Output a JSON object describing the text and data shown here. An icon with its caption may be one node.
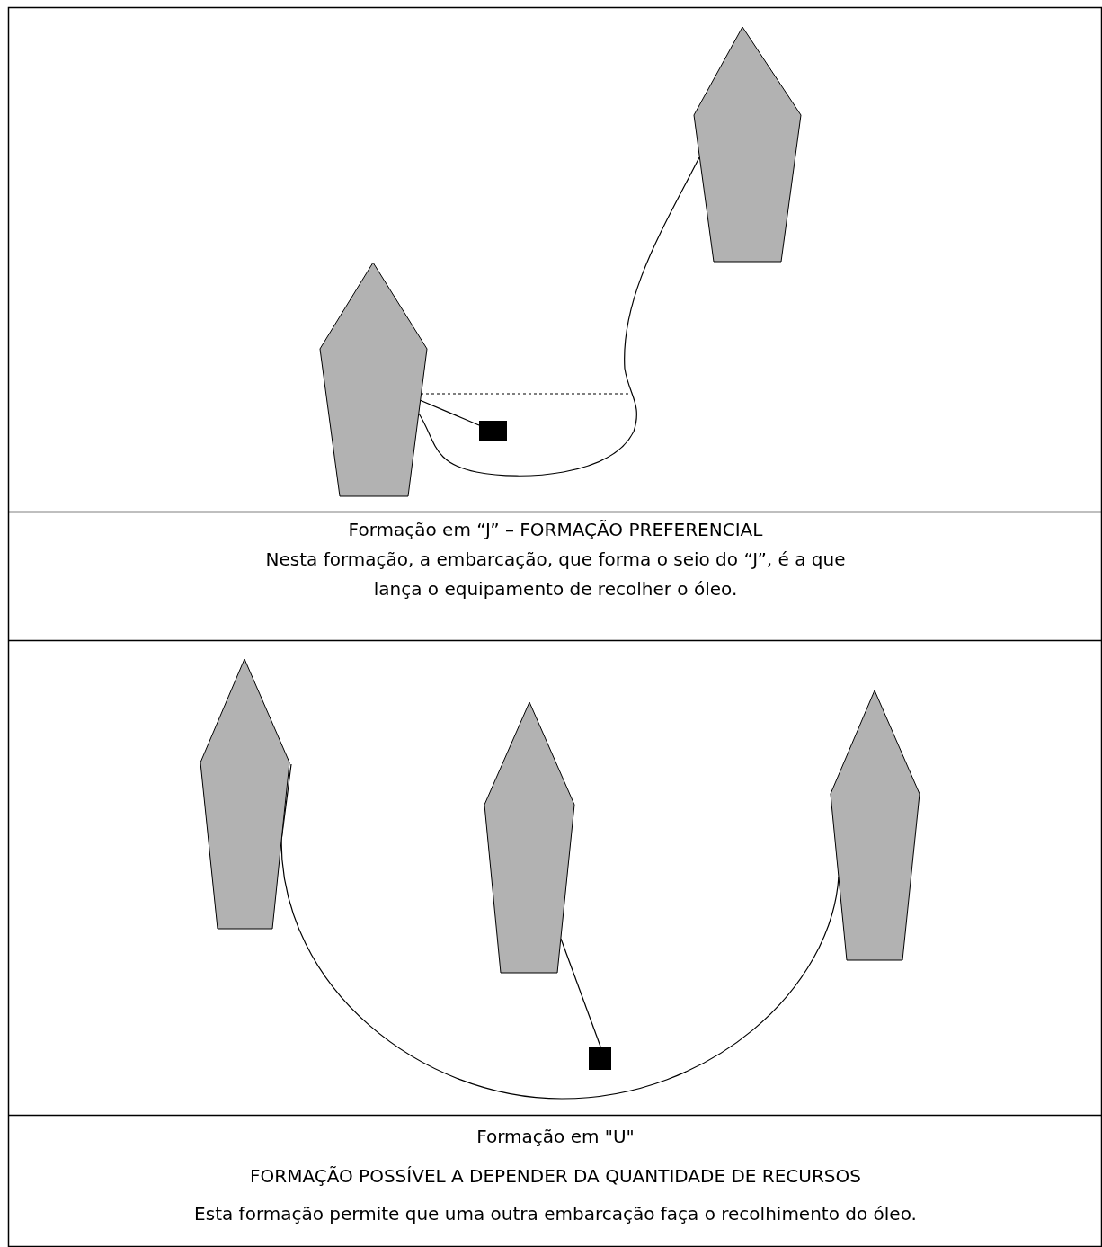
{
  "diagram": {
    "nodes": [
      {
        "text": [],
        "shape": "boat"
      },
      {
        "text": [],
        "shape": "boat"
      },
      {
        "text": [],
        "shape": "box"
      },
      {
        "text": [],
        "shape": "boat"
      },
      {
        "text": [],
        "shape": "boat"
      },
      {
        "text": [],
        "shape": "boat"
      },
      {
        "text": [],
        "shape": "box"
      }
    ],
    "edges": [
      {
        "from": 0,
        "to": 1,
        "arrow": "none"
      },
      {
        "from": 1,
        "to": null,
        "arrow": "none",
        "style": "dashed"
      },
      {
        "from": 1,
        "to": 2,
        "arrow": "none"
      },
      {
        "from": 3,
        "to": 5,
        "arrow": "none"
      },
      {
        "from": 4,
        "to": 6,
        "arrow": "none"
      }
    ],
    "labels": [
      "Formação em “J” – FORMAÇÃO PREFERENCIAL",
      "Nesta formação, a embarcação, que forma o seio do “J”, é a que lança o equipamento de recolher o óleo.",
      "Formação em \"U\"",
      "FORMAÇÃO POSSÍVEL A DEPENDER DA QUANTIDADE DE RECURSOS",
      "Esta formação permite que uma outra embarcação faça o recolhimento do óleo."
    ]
  }
}
